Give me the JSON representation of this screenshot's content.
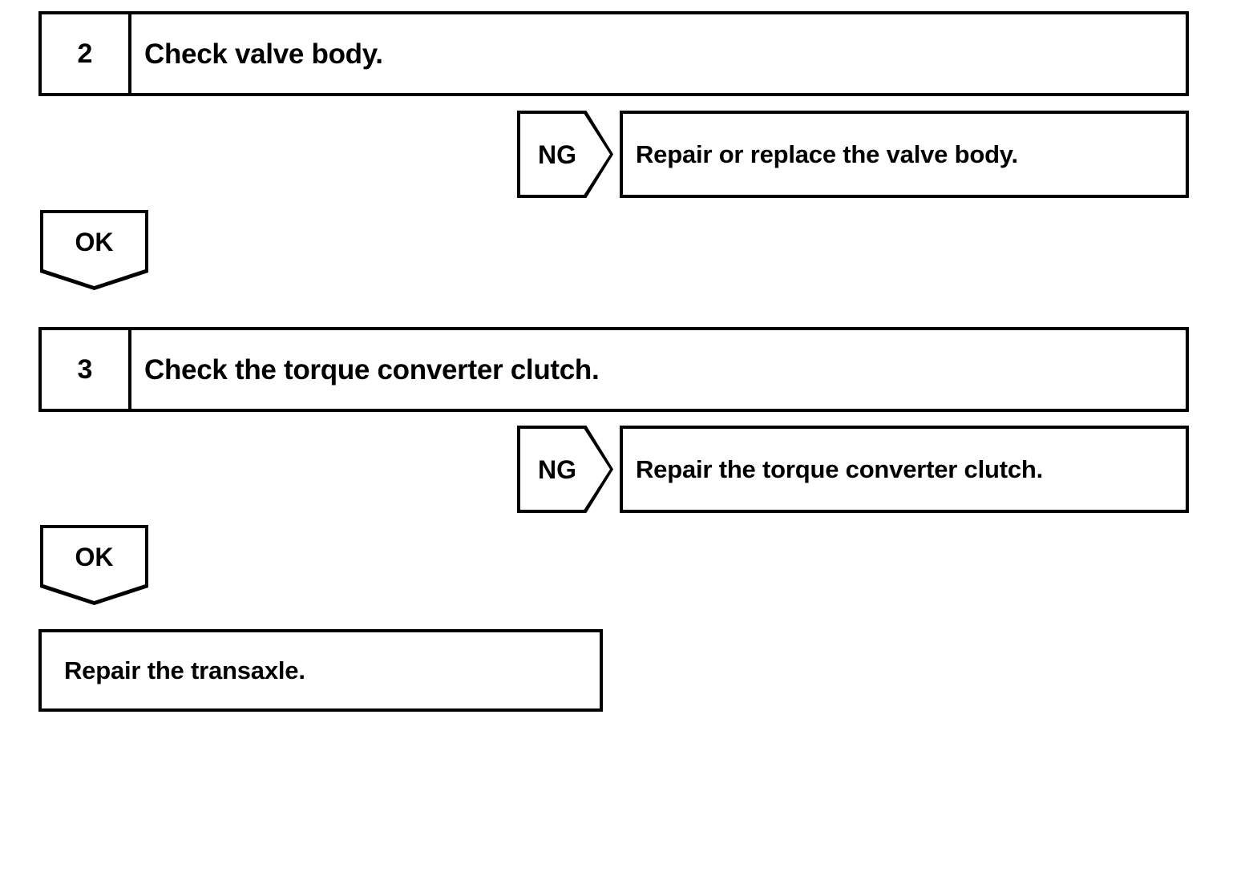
{
  "diagram": {
    "type": "troubleshooting-flowchart",
    "background_color": "#ffffff",
    "line_color": "#000000",
    "steps": [
      {
        "number": "2",
        "instruction": "Check valve body.",
        "ng_label": "NG",
        "ng_result": "Repair or replace the valve body.",
        "ok_label": "OK"
      },
      {
        "number": "3",
        "instruction": "Check the torque converter clutch.",
        "ng_label": "NG",
        "ng_result": "Repair the torque converter clutch.",
        "ok_label": "OK"
      }
    ],
    "final_outcome": "Repair the transaxle."
  }
}
